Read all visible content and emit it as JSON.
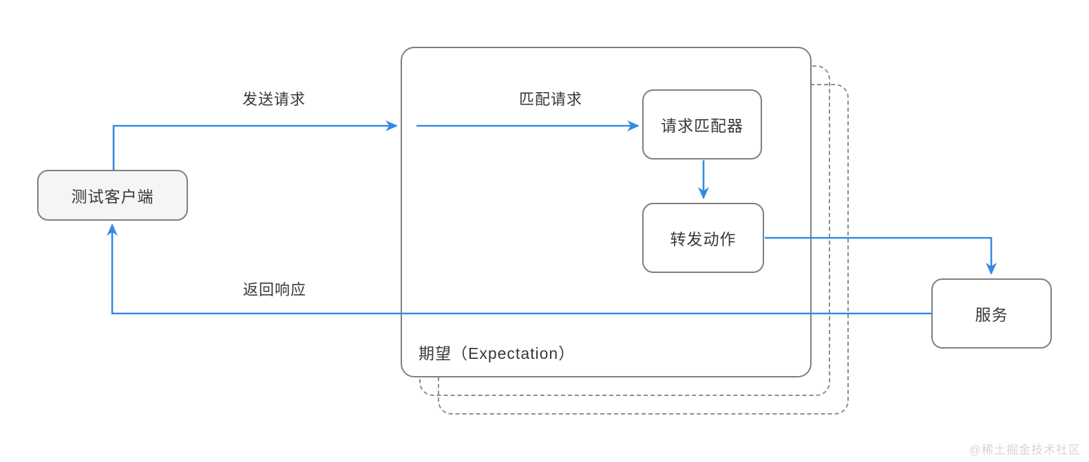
{
  "diagram": {
    "nodes": {
      "test_client": {
        "label": "测试客户端"
      },
      "expectation": {
        "label": "期望（Expectation）"
      },
      "request_matcher": {
        "label": "请求匹配器"
      },
      "forward_action": {
        "label": "转发动作"
      },
      "service": {
        "label": "服务"
      }
    },
    "edges": {
      "send_request": {
        "label": "发送请求"
      },
      "match_request": {
        "label": "匹配请求"
      },
      "return_response": {
        "label": "返回响应"
      }
    },
    "colors": {
      "arrow": "#3589e2",
      "node_border": "#7e7e7e",
      "dashed_border": "#8d8d8d",
      "node_fill": "#ffffff",
      "client_fill": "#f5f5f5",
      "text": "#383838",
      "watermark": "#d5d5d5"
    }
  },
  "watermark": {
    "label": "@稀土掘金技术社区"
  }
}
